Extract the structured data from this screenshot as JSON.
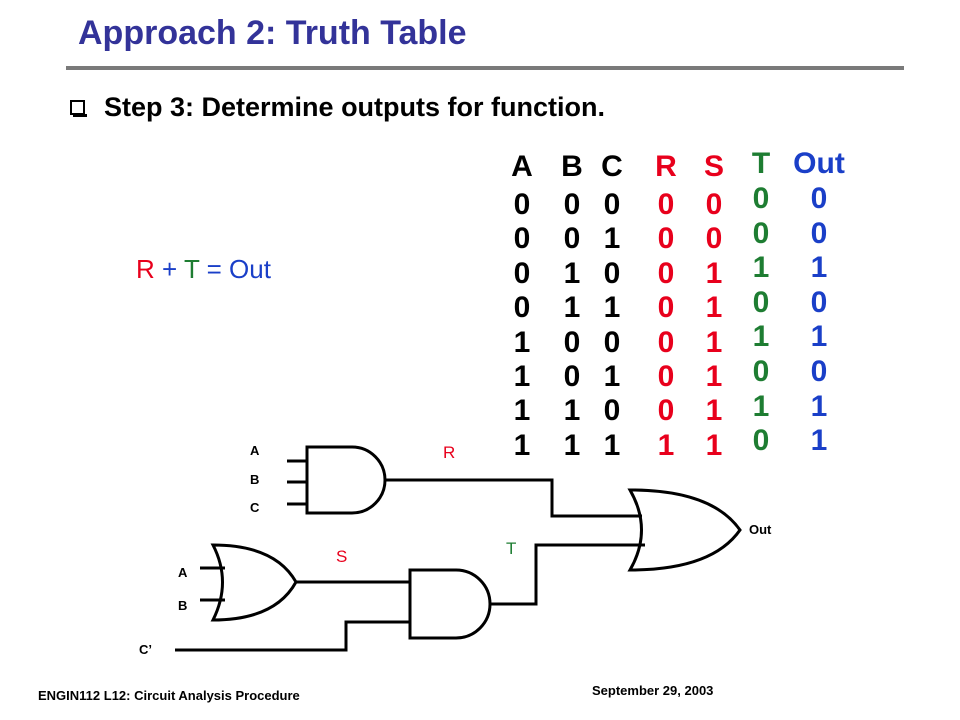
{
  "slide": {
    "title": "Approach 2: Truth Table",
    "bullet": "Step 3: Determine outputs for function.",
    "equation": {
      "r": "R",
      "plus": " + ",
      "t": "T",
      "equals": " = ",
      "out": "Out"
    }
  },
  "table": {
    "columns": [
      {
        "header": "A",
        "color": "#000000",
        "values": [
          "0",
          "0",
          "0",
          "0",
          "1",
          "1",
          "1",
          "1"
        ]
      },
      {
        "header": "B",
        "color": "#000000",
        "values": [
          "0",
          "0",
          "1",
          "1",
          "0",
          "0",
          "1",
          "1"
        ]
      },
      {
        "header": "C",
        "color": "#000000",
        "values": [
          "0",
          "1",
          "0",
          "1",
          "0",
          "1",
          "0",
          "1"
        ]
      },
      {
        "header": "R",
        "color": "#e8001c",
        "values": [
          "0",
          "0",
          "0",
          "0",
          "0",
          "0",
          "0",
          "1"
        ]
      },
      {
        "header": "S",
        "color": "#e8001c",
        "values": [
          "0",
          "0",
          "1",
          "1",
          "1",
          "1",
          "1",
          "1"
        ]
      },
      {
        "header": "T",
        "color": "#1e7d32",
        "values": [
          "0",
          "0",
          "1",
          "0",
          "1",
          "0",
          "1",
          "0"
        ]
      },
      {
        "header": "Out",
        "color": "#1a3fc8",
        "values": [
          "0",
          "0",
          "1",
          "0",
          "1",
          "0",
          "1",
          "1"
        ]
      }
    ]
  },
  "circuit": {
    "and1_inputs": [
      "A",
      "B",
      "C"
    ],
    "or1_inputs": [
      "A",
      "B"
    ],
    "c_prime": "C’",
    "r_label": "R",
    "s_label": "S",
    "t_label": "T",
    "out_label": "Out"
  },
  "colors": {
    "title": "#333399",
    "red": "#e8001c",
    "green": "#1e7d32",
    "blue": "#1a3fc8"
  },
  "footer": {
    "left": "ENGIN112  L12: Circuit Analysis Procedure",
    "right": "September 29, 2003"
  }
}
